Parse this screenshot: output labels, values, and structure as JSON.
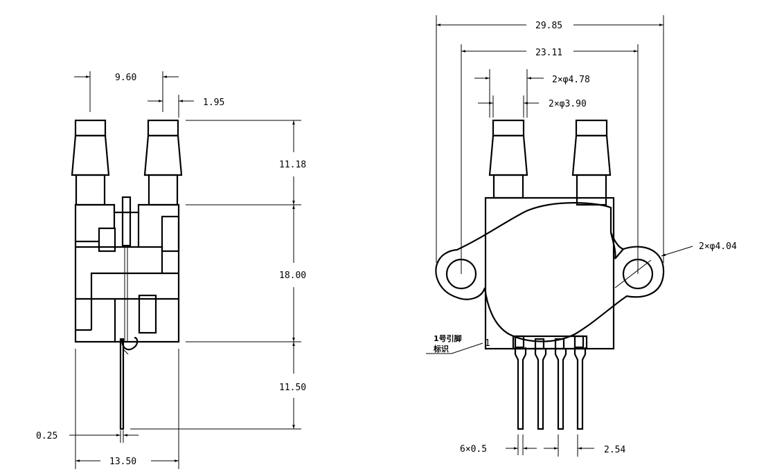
{
  "left_view": {
    "dims": {
      "port_pitch": "9.60",
      "port_offset": "1.95",
      "port_height": "11.18",
      "body_height": "18.00",
      "lead_length": "11.50",
      "lead_thickness": "0.25",
      "body_width": "13.50"
    }
  },
  "right_view": {
    "dims": {
      "overall_width": "29.85",
      "hole_pitch": "23.11",
      "port_od": "2×φ4.78",
      "port_id": "2×φ3.90",
      "mount_hole": "2×φ4.04",
      "pin_width": "6×0.5",
      "pin_pitch": "2.54"
    },
    "pin1_marker": "1",
    "pin1_label_line1": "1号引脚",
    "pin1_label_line2": "标识"
  }
}
